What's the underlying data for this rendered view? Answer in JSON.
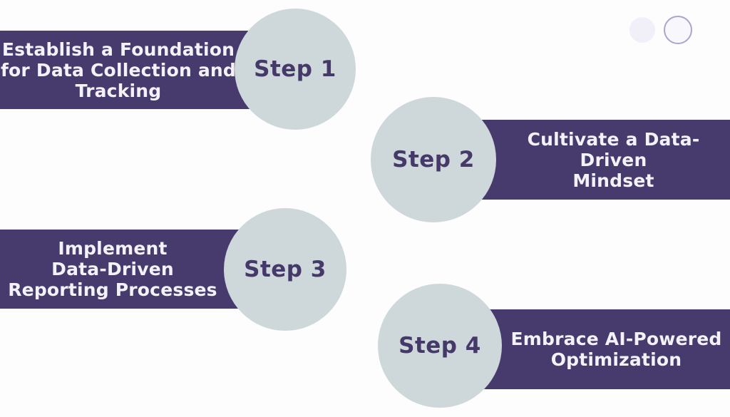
{
  "colors": {
    "background": "#FDFDFD",
    "banner": "#473A6D",
    "banner_text": "#F3F2F8",
    "circle_fill": "#CED7DA",
    "step_label_text": "#453969",
    "dot_filled": "#F1F0F8",
    "dot_outline_border": "#ACA4CF",
    "dot_outline_fill": "#F8F7FC"
  },
  "steps": [
    {
      "label": "Step 1",
      "title": "Establish a Foundation\nfor Data Collection and\nTracking",
      "side": "left"
    },
    {
      "label": "Step 2",
      "title": "Cultivate a Data-Driven\nMindset",
      "side": "right"
    },
    {
      "label": "Step 3",
      "title": "Implement\nData-Driven\nReporting Processes",
      "side": "left"
    },
    {
      "label": "Step 4",
      "title": "Embrace AI-Powered\nOptimization",
      "side": "right"
    }
  ],
  "decor": {
    "dots": [
      "filled-dot",
      "outlined-dot"
    ]
  }
}
